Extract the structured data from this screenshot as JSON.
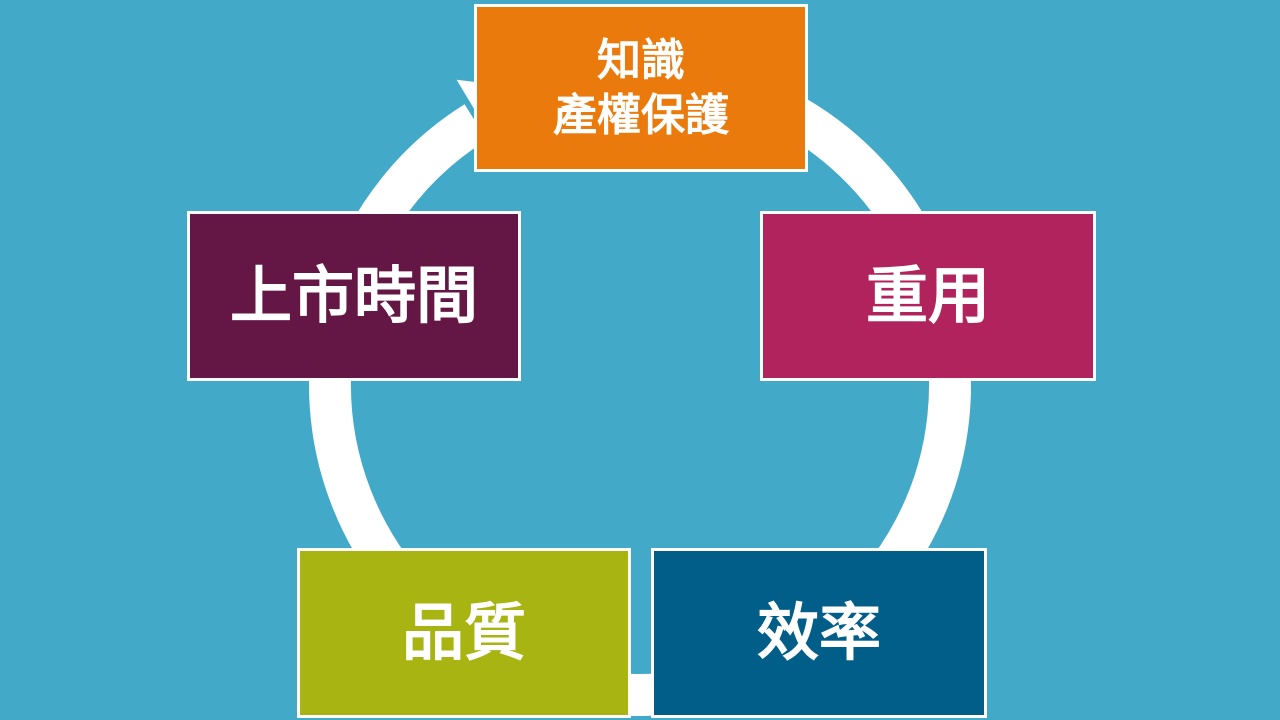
{
  "diagram": {
    "type": "cycle",
    "colors": {
      "background": "#42a9c9",
      "connector": "#ffffff",
      "border": "#ffffff"
    },
    "nodes": [
      {
        "id": "ip-protection",
        "label": "知識\n產權保護",
        "color": "#ea7a0b"
      },
      {
        "id": "reuse",
        "label": "重用",
        "color": "#b0235c"
      },
      {
        "id": "efficiency",
        "label": "效率",
        "color": "#005e88"
      },
      {
        "id": "quality",
        "label": "品質",
        "color": "#a8b412"
      },
      {
        "id": "time-to-market",
        "label": "上市時間",
        "color": "#641745"
      }
    ]
  }
}
